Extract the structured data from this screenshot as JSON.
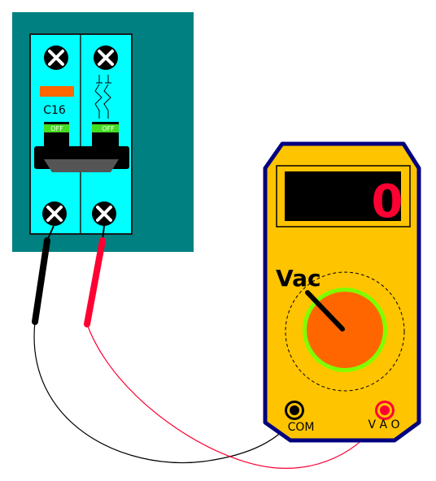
{
  "breaker": {
    "rating_label": "C16",
    "left_toggle_label": "OFF",
    "right_toggle_label": "OFF"
  },
  "meter": {
    "display_value": "0",
    "mode_label": "Vac",
    "com_label": "COM",
    "vao_label": "V A O"
  },
  "colors": {
    "panel": "#008080",
    "breaker_body": "#00ffff",
    "meter_body": "#ffc400",
    "meter_border": "#00007f",
    "display_digit": "#ff0033",
    "dial": "#ff6600",
    "dial_ring": "#7fff00",
    "lead_red": "#ff0033",
    "lead_black": "#000000",
    "rating_tag": "#ff6600",
    "toggle_window": "#44dd22"
  }
}
